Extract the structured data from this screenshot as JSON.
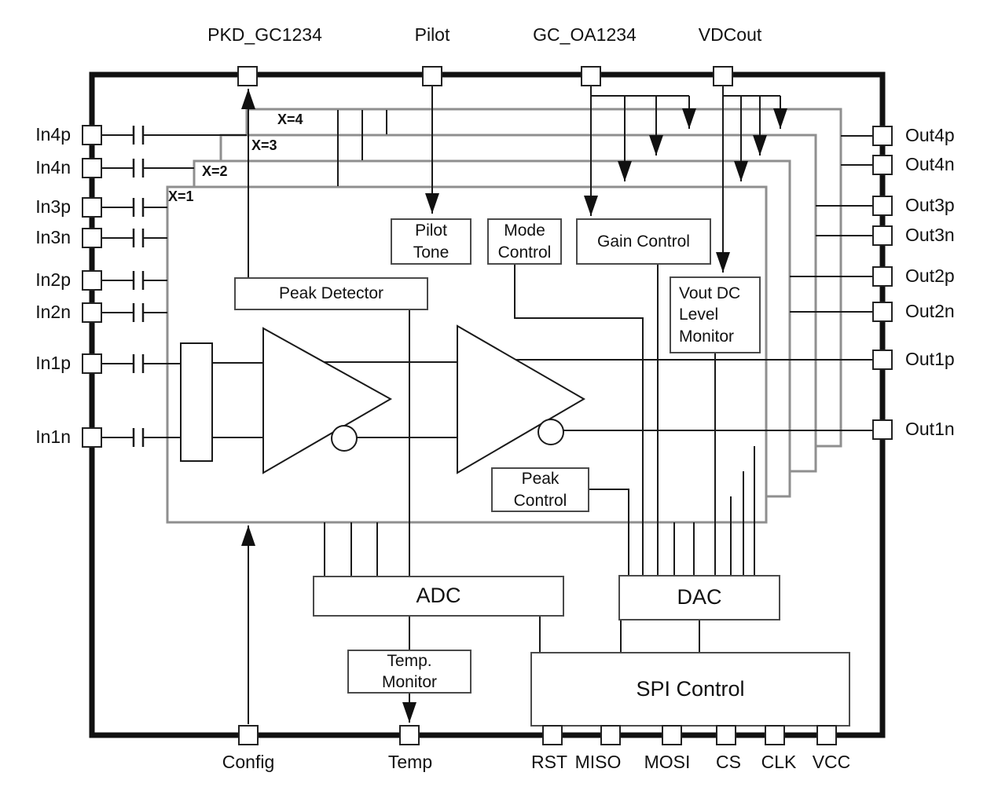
{
  "pins": {
    "top": [
      "PKD_GC1234",
      "Pilot",
      "GC_OA1234",
      "VDCout"
    ],
    "left": [
      "In4p",
      "In4n",
      "In3p",
      "In3n",
      "In2p",
      "In2n",
      "In1p",
      "In1n"
    ],
    "right": [
      "Out4p",
      "Out4n",
      "Out3p",
      "Out3n",
      "Out2p",
      "Out2n",
      "Out1p",
      "Out1n"
    ],
    "bottom": [
      "Config",
      "Temp",
      "RST",
      "MISO",
      "MOSI",
      "CS",
      "CLK",
      "VCC"
    ]
  },
  "channels": [
    "X=1",
    "X=2",
    "X=3",
    "X=4"
  ],
  "blocks": {
    "pilot_tone": [
      "Pilot",
      "Tone"
    ],
    "mode_control": [
      "Mode",
      "Control"
    ],
    "gain_control": [
      "Gain Control"
    ],
    "peak_detector": [
      "Peak Detector"
    ],
    "vout_dc_monitor": [
      "Vout DC",
      "Level",
      "Monitor"
    ],
    "peak_control": [
      "Peak",
      "Control"
    ],
    "adc": [
      "ADC"
    ],
    "dac": [
      "DAC"
    ],
    "temp_monitor": [
      "Temp.",
      "Monitor"
    ],
    "spi_control": [
      "SPI Control"
    ]
  },
  "colors": {
    "wire": "#1a1a1a",
    "channel_box": "#8f8f8f",
    "chip_border": "#111111"
  }
}
